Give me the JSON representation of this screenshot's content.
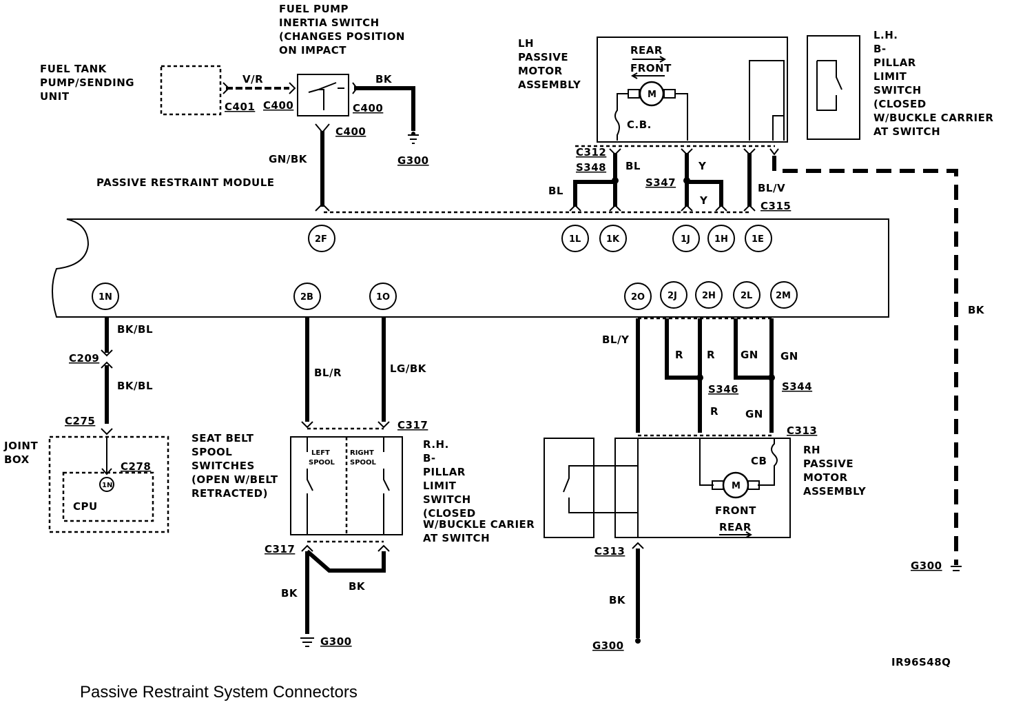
{
  "title": "Passive Restraint System Connectors",
  "figure_id": "IR96S48Q",
  "labels": {
    "fuel_pump_switch": [
      "FUEL PUMP",
      "INERTIA SWITCH",
      "(CHANGES POSITION",
      "ON IMPACT"
    ],
    "fuel_tank_unit": [
      "FUEL TANK",
      "PUMP/SENDING",
      "UNIT"
    ],
    "lh_motor": [
      "LH",
      "PASSIVE",
      "MOTOR",
      "ASSEMBLY"
    ],
    "lh_limit_switch": [
      "L.H.",
      "B-",
      "PILLAR",
      "LIMIT",
      "SWITCH",
      "(CLOSED",
      "W/BUCKLE CARRIER",
      "AT SWITCH"
    ],
    "module": "PASSIVE RESTRAINT MODULE",
    "joint_box": [
      "JOINT",
      "BOX"
    ],
    "cpu": "CPU",
    "seat_belt_spool": [
      "SEAT BELT",
      "SPOOL",
      "SWITCHES",
      "(OPEN W/BELT",
      "RETRACTED)"
    ],
    "left_spool": [
      "LEFT",
      "SPOOL"
    ],
    "right_spool": [
      "RIGHT",
      "SPOOL"
    ],
    "rh_limit_switch": [
      "R.H.",
      "B-",
      "PILLAR",
      "LIMIT",
      "SWITCH",
      "(CLOSED",
      "W/BUCKLE CARIER",
      "AT SWITCH"
    ],
    "rh_motor": [
      "RH",
      "PASSIVE",
      "MOTOR",
      "ASSEMBLY"
    ],
    "rear": "REAR",
    "front": "FRONT",
    "cb": "C.B.",
    "cb_rh": "CB",
    "motor": "M"
  },
  "connectors": {
    "c401": "C401",
    "c400": "C400",
    "g300": "G300",
    "c312": "C312",
    "s348": "S348",
    "s347": "S347",
    "c315": "C315",
    "c209": "C209",
    "c275": "C275",
    "c278": "C278",
    "c317": "C317",
    "s346": "S346",
    "s344": "S344",
    "c313": "C313"
  },
  "wires": {
    "vr": "V/R",
    "bk": "BK",
    "gnbk": "GN/BK",
    "bl": "BL",
    "y": "Y",
    "blv": "BL/V",
    "bkbl": "BK/BL",
    "blr": "BL/R",
    "lgbk": "LG/BK",
    "bly": "BL/Y",
    "r": "R",
    "gn": "GN"
  },
  "pins": {
    "p2f": "2F",
    "p1l": "1L",
    "p1k": "1K",
    "p1j": "1J",
    "p1h": "1H",
    "p1e": "1E",
    "p1n": "1N",
    "p2b": "2B",
    "p1o": "1O",
    "p2o": "2O",
    "p2j": "2J",
    "p2h": "2H",
    "p2l": "2L",
    "p2m": "2M",
    "p1n_cpu": "1N"
  }
}
